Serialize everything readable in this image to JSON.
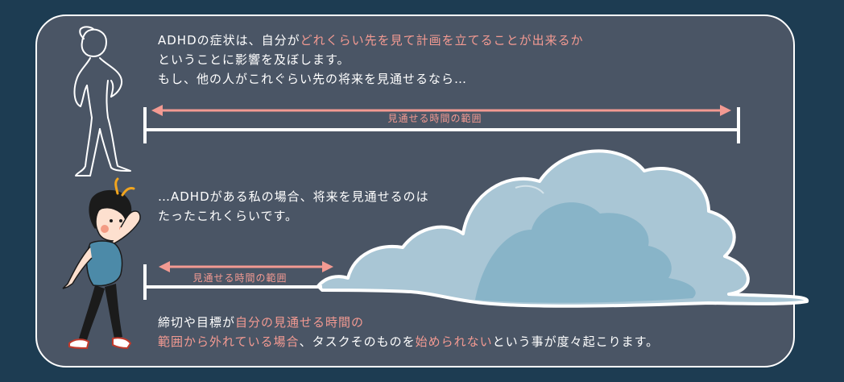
{
  "intro": {
    "line1_a": "ADHDの症状は、自分が",
    "line1_hl": "どれくらい先を見て計画を立てることが出来るか",
    "line2": "ということに影響を及ぼします。",
    "line3": "もし、他の人がこれぐらい先の将来を見通せるなら…"
  },
  "top_range": {
    "label": "見通せる時間の範囲"
  },
  "adhd_case": {
    "line1": "…ADHDがある私の場合、将来を見通せるのは",
    "line2": "たったこれくらいです。"
  },
  "bottom_range": {
    "label": "見通せる時間の範囲"
  },
  "conclusion": {
    "line1_a": "締切や目標が",
    "line1_hl": "自分の見通せる時間の",
    "line2_hl1": "範囲から外れている場合",
    "line2_b": "、タスクそのものを",
    "line2_hl2": "始められない",
    "line2_c": "という事が度々起こります。"
  },
  "colors": {
    "background": "#1d3c52",
    "panel": "#4a5565",
    "highlight": "#f39a92",
    "cloud": "#a9c6d5",
    "cloud_shade": "#88b4c8"
  },
  "icons": {
    "person_outline": "standing-person-outline",
    "girl": "girl-looking-far",
    "cloud": "large-cloud"
  }
}
